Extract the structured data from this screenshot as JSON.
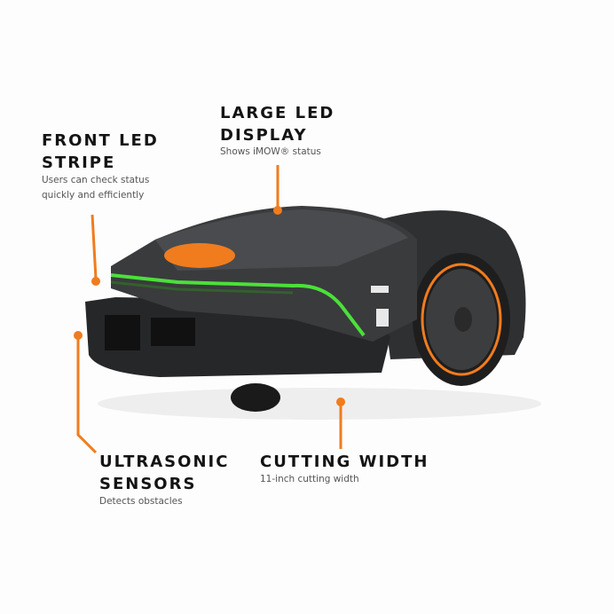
{
  "colors": {
    "accent": "#f07c1e",
    "led": "#4be03a",
    "body": "#3a3b3d"
  },
  "callouts": {
    "front_led": {
      "title": "FRONT LED\nSTRIPE",
      "desc": "Users can check status\nquickly and efficiently"
    },
    "display": {
      "title": "LARGE LED\nDISPLAY",
      "desc": "Shows iMOW® status"
    },
    "ultrasonic": {
      "title": "ULTRASONIC\nSENSORS",
      "desc": "Detects obstacles"
    },
    "cutting": {
      "title": "CUTTING WIDTH",
      "desc": "11-inch cutting width"
    }
  }
}
